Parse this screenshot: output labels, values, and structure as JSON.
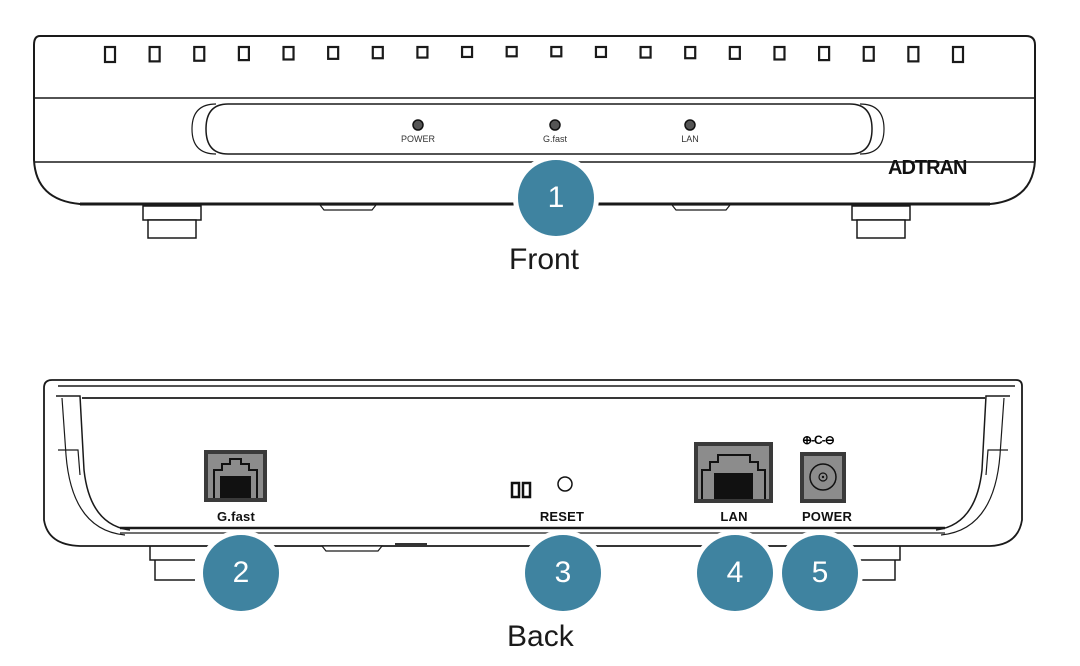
{
  "figure": {
    "front_view": {
      "label": "Front",
      "brand_logo": "ADTRAN",
      "vent_slot_count": 20,
      "leds": [
        {
          "label": "POWER"
        },
        {
          "label": "G.fast"
        },
        {
          "label": "LAN"
        }
      ],
      "callout": "1"
    },
    "back_view": {
      "label": "Back",
      "ports": [
        {
          "label": "G.fast",
          "icon": "rj11-port-icon",
          "callout": "2"
        },
        {
          "label": "RESET",
          "icon": "reset-button-icon",
          "callout": "3"
        },
        {
          "label": "LAN",
          "icon": "rj45-port-icon",
          "callout": "4"
        },
        {
          "label": "POWER",
          "icon": "dc-power-jack-icon",
          "callout": "5"
        }
      ],
      "polarity_symbol": "⊕-C-⊖"
    },
    "colors": {
      "callout_fill": "#3f83a0",
      "line": "#1a1a1a",
      "port_fill": "#8c8c8c"
    }
  }
}
